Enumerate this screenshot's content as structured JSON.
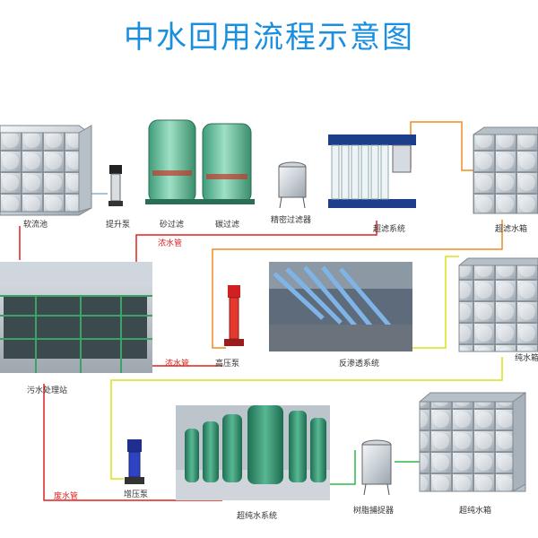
{
  "title": "中水回用流程示意图",
  "nodes": {
    "buffer_tank": "软流池",
    "lift_pump": "提升泵",
    "sand_filter": "砂过滤",
    "carbon_filter": "碳过滤",
    "precision_filter": "精密过滤器",
    "uf_system": "超滤系统",
    "uf_tank": "超滤水箱",
    "hp_pump": "高压泵",
    "ro_system": "反渗透系统",
    "pure_tank": "纯水箱",
    "sewage_station": "污水处理站",
    "booster_pump": "增压泵",
    "ultrapure_system": "超纯水系统",
    "resin_trap": "树脂捕捉器",
    "ultrapure_tank": "超纯水箱"
  },
  "pipes": {
    "concentrate_1": "浓水管",
    "concentrate_2": "浓水管",
    "waste": "废水管"
  },
  "colors": {
    "title": "#1a8fe0",
    "red_pipe": "#e0201f",
    "orange_pipe": "#f08a1e",
    "yellow_pipe": "#d9e21a",
    "green_pipe": "#2fb84a"
  }
}
